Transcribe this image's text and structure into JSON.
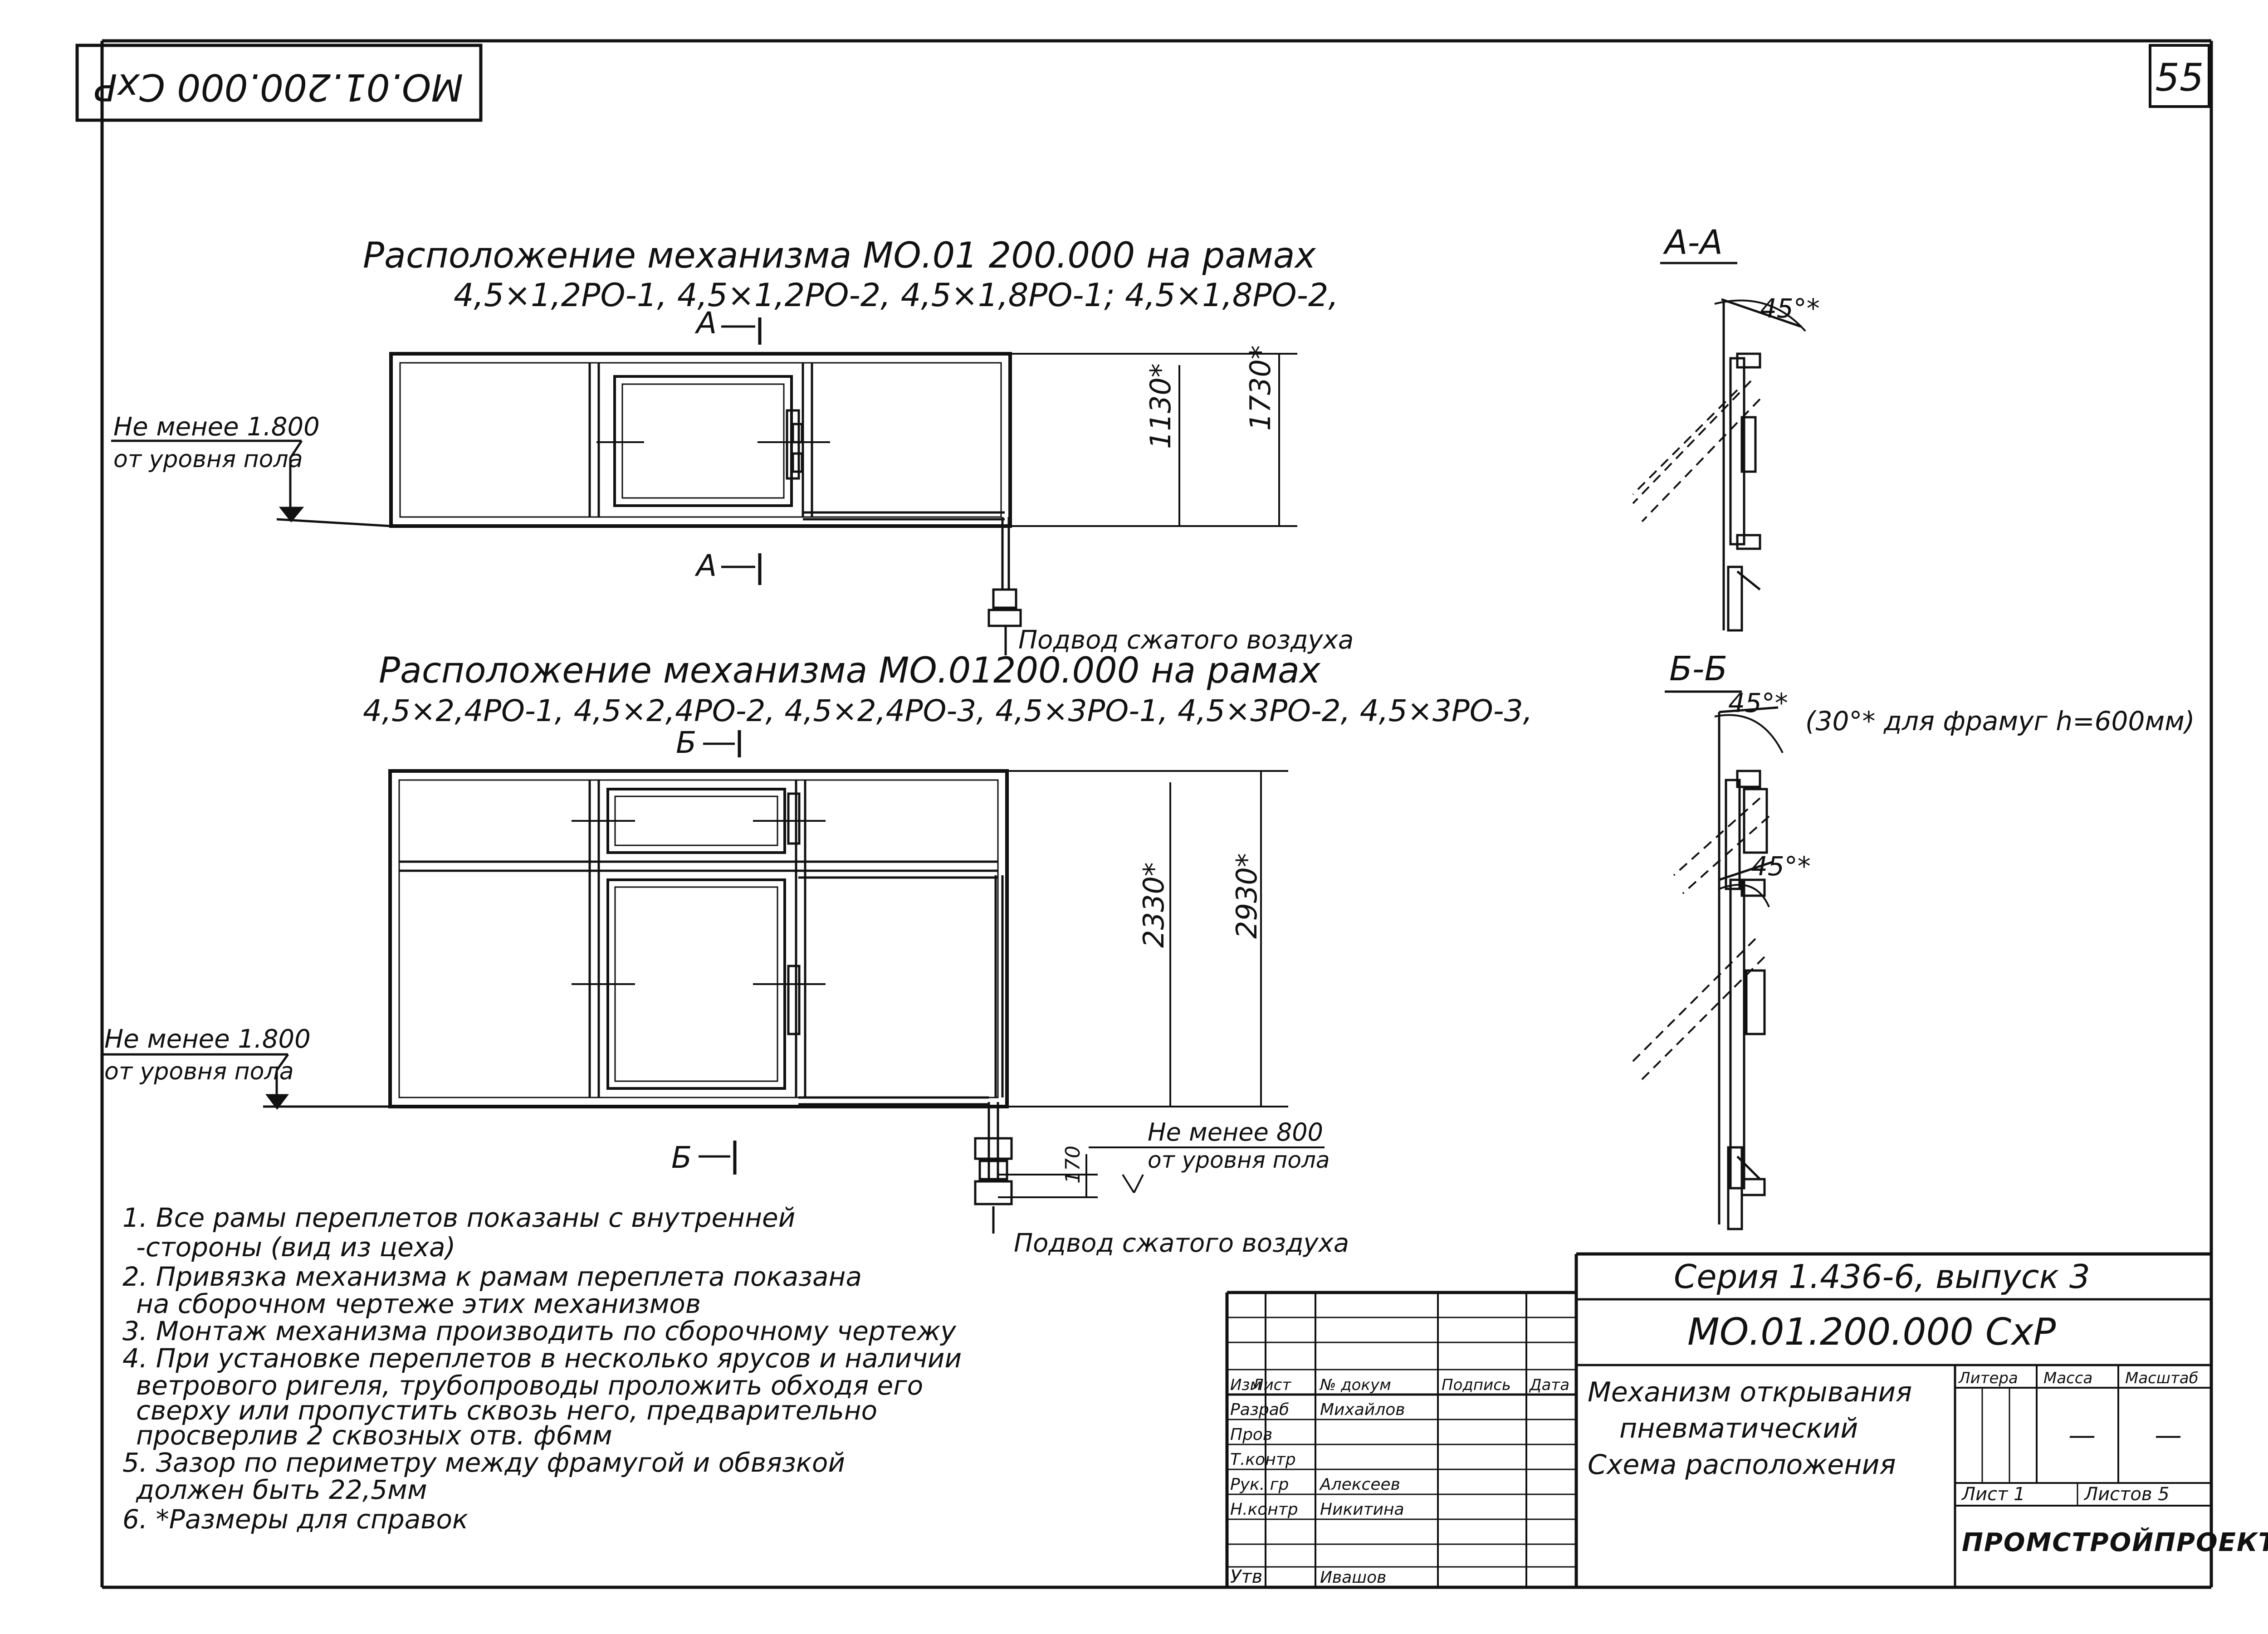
{
  "page_number": "55",
  "corner_code": "МО.01.200.000 СхР",
  "top_view": {
    "title_line1": "Расположение механизма МО.01 200.000 на рамах",
    "title_line2": "4,5×1,2РО-1, 4,5×1,2РО-2, 4,5×1,8РО-1; 4,5×1,8РО-2,",
    "section_mark": "А",
    "level_label_1": "Не менее 1.800",
    "level_label_2": "от уровня пола",
    "dim_inner": "1130*",
    "dim_outer": "1730*",
    "air_supply": "Подвод сжатого воздуха"
  },
  "bottom_view": {
    "title_line1": "Расположение механизма МО.01200.000 на рамах",
    "title_line2": "4,5×2,4РО-1, 4,5×2,4РО-2, 4,5×2,4РО-3, 4,5×3РО-1, 4,5×3РО-2, 4,5×3РО-3,",
    "section_mark": "Б",
    "level_label_1": "Не менее 1.800",
    "level_label_2": "от уровня пола",
    "dim_inner": "2330*",
    "dim_outer": "2930*",
    "dim_small": "170",
    "level2_label_1": "Не менее 800",
    "level2_label_2": "от уровня пола",
    "air_supply": "Подвод сжатого воздуха"
  },
  "section_aa": {
    "title": "А-А",
    "angle": "45°*"
  },
  "section_bb": {
    "title": "Б-Б",
    "angle": "45°*",
    "note": "(30°* для фрамуг h=600мм)",
    "angle2": "45°*"
  },
  "notes": [
    "1. Все рамы переплетов показаны с внутренней",
    "-стороны (вид из цеха)",
    "2. Привязка механизма к рамам переплета показана",
    "на сборочном чертеже этих механизмов",
    "3. Монтаж механизма производить по сборочному чертежу",
    "4. При установке переплетов в несколько ярусов и наличии",
    "ветрового ригеля, трубопроводы проложить обходя его",
    "сверху или пропустить сквозь него, предварительно",
    "просверлив 2 сквозных отв. ф6мм",
    "5. Зазор по периметру между фрамугой и обвязкой",
    "должен быть 22,5мм",
    "6. *Размеры для справок"
  ],
  "title_block": {
    "series": "Серия 1.436-6, выпуск 3",
    "code": "МО.01.200.000 СхР",
    "name_line1": "Механизм открывания",
    "name_line2": "пневматический",
    "name_line3": "Схема расположения",
    "col_litera": "Литера",
    "col_mass": "Масса",
    "col_scale": "Масштаб",
    "mass_value": "—",
    "scale_value": "—",
    "sheet_label": "Лист 1",
    "sheets_label": "Листов 5",
    "org": "ПРОМСТРОЙПРОЕКТ",
    "sign_header": [
      "Изм",
      "Лист",
      "№ докум",
      "Подпись",
      "Дата"
    ],
    "sign_rows": [
      {
        "role": "Разраб",
        "name": "Михайлов"
      },
      {
        "role": "Пров",
        "name": ""
      },
      {
        "role": "Т.контр",
        "name": ""
      },
      {
        "role": "Рук. гр",
        "name": "Алексеев"
      },
      {
        "role": "Н.контр",
        "name": "Никитина"
      },
      {
        "role": "Утв",
        "name": "Ивашов"
      }
    ]
  }
}
